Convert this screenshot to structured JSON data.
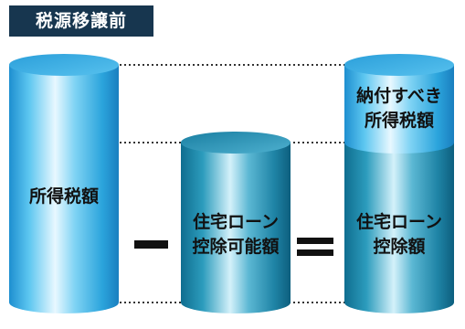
{
  "title": "税源移譲前",
  "cylinders": [
    {
      "id": "income-tax",
      "lines": [
        "所得税額"
      ]
    },
    {
      "id": "deductible",
      "lines": [
        "住宅ローン",
        "控除可能額"
      ]
    },
    {
      "id": "result-top",
      "lines": [
        "納付すべき",
        "所得税額"
      ]
    },
    {
      "id": "result-bottom",
      "lines": [
        "住宅ローン",
        "控除額"
      ]
    }
  ],
  "operators": {
    "minus": "−",
    "equals": "="
  },
  "colors": {
    "title_bg": "#17364f",
    "light_blue": "#2aa8de",
    "teal": "#1d82a4"
  }
}
